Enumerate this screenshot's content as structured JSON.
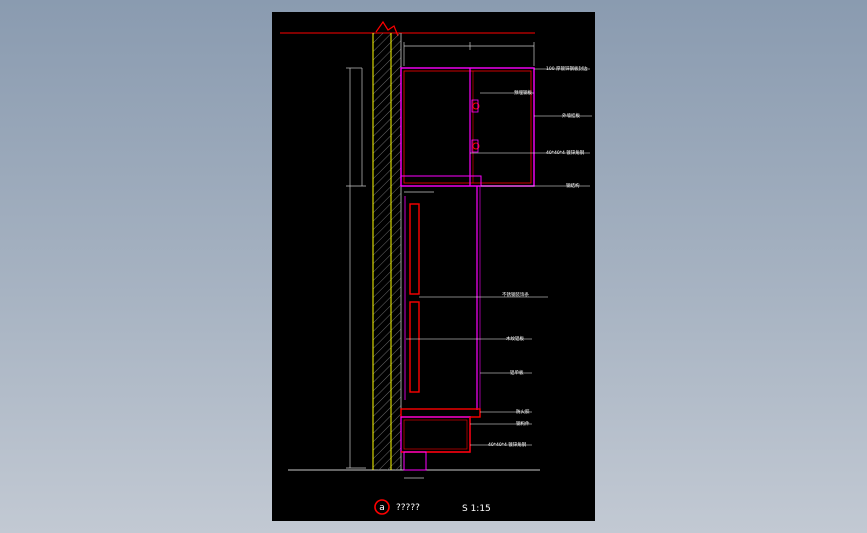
{
  "drawing": {
    "title_marker": "a",
    "title_text": "?????",
    "scale_text": "S 1:15"
  },
  "annotations": [
    "100 厚镀锌钢板封边",
    "预埋钢板",
    "外墙挂板",
    "40*40*4 镀锌角钢",
    "钢结构",
    "不锈钢装饰条",
    "木纹铝板",
    "铝单板",
    "防火胶",
    "钢构件",
    "40*40*4 镀锌角钢"
  ],
  "colors": {
    "sheet": "#000000",
    "magenta": "#ff00ff",
    "red": "#ff0000",
    "yellow": "#ffff00",
    "white": "#ffffff",
    "cyan": "#00ffff"
  }
}
